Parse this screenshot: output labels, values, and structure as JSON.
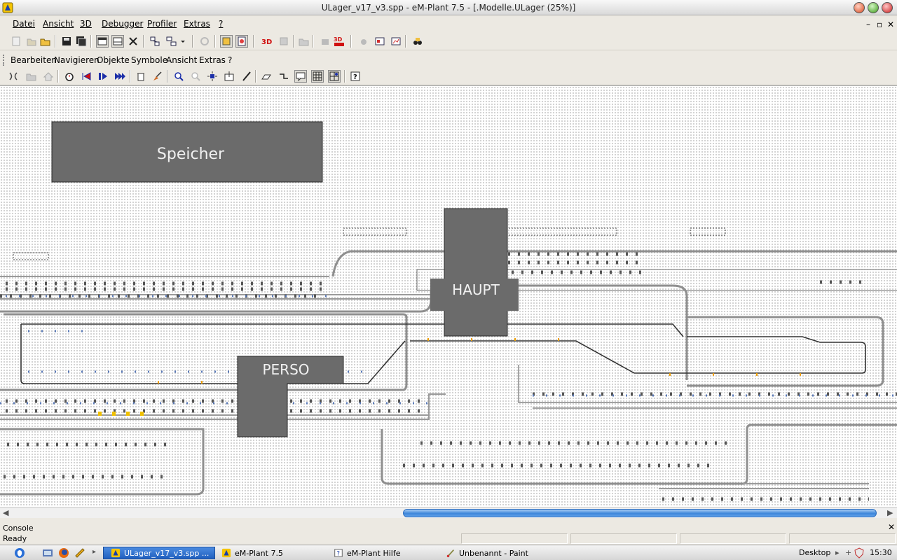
{
  "window": {
    "title": "ULager_v17_v3.spp - eM-Plant 7.5 - [.Modelle.ULager  (25%)]"
  },
  "main_menu": [
    "Datei",
    "Ansicht",
    "3D",
    "Debugger",
    "Profiler",
    "Extras",
    "?"
  ],
  "model_menu": [
    "Bearbeiten",
    "Navigieren",
    "Objekte",
    "Symbole",
    "Ansicht",
    "Extras",
    "?"
  ],
  "toolbar_icons": {
    "main": [
      "new-icon",
      "open-icon",
      "open-folder-icon",
      "save-icon",
      "save-all-icon",
      "class-library-icon",
      "console-icon",
      "tools-icon",
      "structure-icon",
      "hierarchy-icon",
      "dropdown-icon",
      "undo-icon",
      "animation-icon",
      "event-controller-icon",
      "3d-icon",
      "3d-model-icon",
      "3d-log-icon",
      "bug-icon",
      "window-icon",
      "graph-icon",
      "binoculars-icon"
    ],
    "model": [
      "connector-icon",
      "folder-icon",
      "home-icon",
      "stopwatch-icon",
      "rewind-icon",
      "step-icon",
      "fast-forward-icon",
      "delete-icon",
      "broom-icon",
      "zoom-in-icon",
      "zoom-out-icon",
      "select-icon",
      "place-icon",
      "pencil-icon",
      "eraser-icon",
      "connect-icon",
      "comment-icon",
      "grid-icon",
      "snap-icon",
      "help-icon"
    ]
  },
  "canvas": {
    "blocks": [
      {
        "id": "speicher",
        "label": "Speicher"
      },
      {
        "id": "haupt",
        "label": "HAUPT"
      },
      {
        "id": "perso",
        "label": "PERSO"
      }
    ]
  },
  "console": {
    "label": "Console",
    "status": "Ready"
  },
  "taskbar": {
    "tasks": [
      {
        "label": "ULager_v17_v3.spp ...",
        "active": true
      },
      {
        "label": "eM-Plant 7.5",
        "active": false
      },
      {
        "label": "eM-Plant Hilfe",
        "active": false
      },
      {
        "label": "Unbenannt - Paint",
        "active": false
      }
    ],
    "desktop_label": "Desktop",
    "clock": "15:30"
  },
  "colors": {
    "block_fill": "#6b6b6b",
    "track": "#8f8f8f",
    "scroll_thumb": "#3d86da",
    "task_active": "#2f6fd0"
  }
}
